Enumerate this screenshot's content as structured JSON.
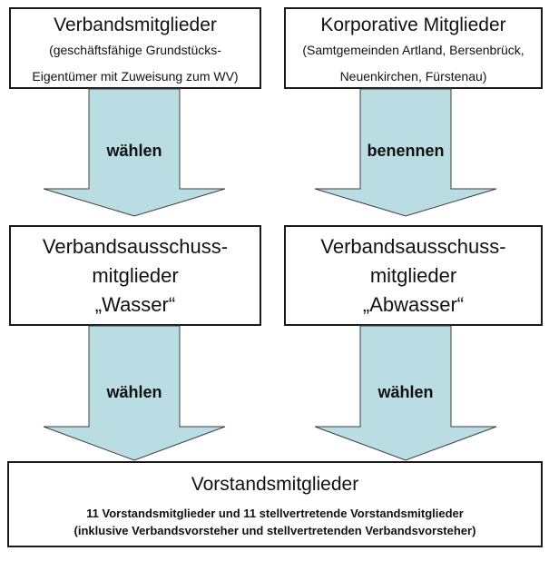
{
  "diagram": {
    "colors": {
      "background": "#ffffff",
      "arrow_fill": "#b9dde2",
      "arrow_outline": "#3f3f3f",
      "box_border": "#1b1b1b",
      "text": "#111111"
    },
    "boxes": {
      "members": {
        "title": "Verbandsmitglieder",
        "subtitle_line1": "(geschäftsfähige Grundstücks-",
        "subtitle_line2": "Eigentümer mit Zuweisung zum WV)"
      },
      "corporate": {
        "title": "Korporative Mitglieder",
        "subtitle_line1": "(Samtgemeinden Artland, Bersenbrück,",
        "subtitle_line2": "Neuenkirchen, Fürstenau)"
      },
      "committee_water": {
        "line1": "Verbandsausschuss-",
        "line2": "mitglieder",
        "line3": "„Wasser“"
      },
      "committee_wastewater": {
        "line1": "Verbandsausschuss-",
        "line2": "mitglieder",
        "line3": "„Abwasser“"
      },
      "board": {
        "title": "Vorstandsmitglieder",
        "subtitle_line1": "11 Vorstandsmitglieder und 11 stellvertretende Vorstandsmitglieder",
        "subtitle_line2": "(inklusive Verbandsvorsteher und stellvertretenden Verbandsvorsteher)"
      }
    },
    "arrows": {
      "members_to_water": "wählen",
      "corporate_to_wastewater": "benennen",
      "water_to_board": "wählen",
      "wastewater_to_board": "wählen"
    }
  }
}
